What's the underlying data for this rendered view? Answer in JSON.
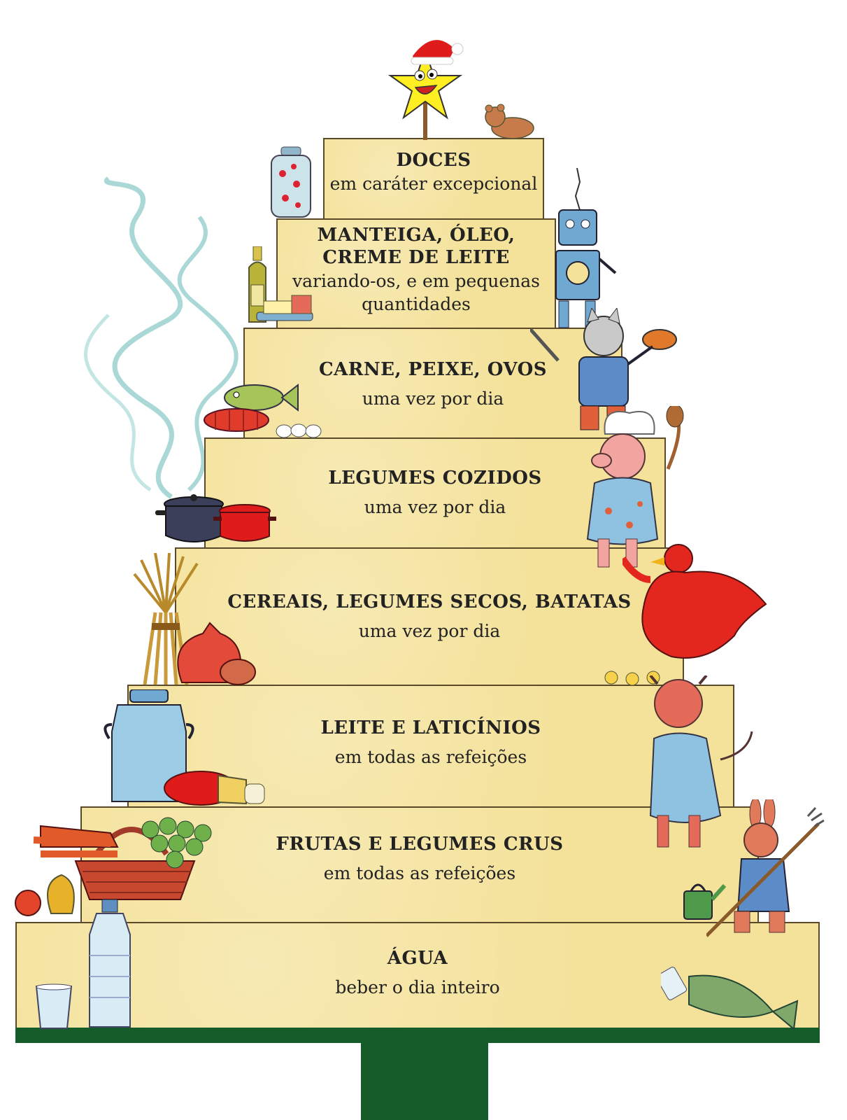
{
  "colors": {
    "tier_fill": "#f4e29a",
    "tier_border": "#5a4a2a",
    "tree_green": "#165c2a",
    "star_yellow": "#ffee22",
    "santa_red": "#e01b1b",
    "hen_red": "#e3271e",
    "steam": "#a9d8d6"
  },
  "tiers": [
    {
      "title": "DOCES",
      "subtitle": "em caráter excepcional"
    },
    {
      "title": "MANTEIGA, ÓLEO,",
      "title2": "CREME DE LEITE",
      "subtitle": "variando-os, e em pequenas",
      "subtitle2": "quantidades"
    },
    {
      "title": "CARNE, PEIXE, OVOS",
      "subtitle": "uma vez por dia"
    },
    {
      "title": "LEGUMES COZIDOS",
      "subtitle": "uma vez por dia"
    },
    {
      "title": "CEREAIS, LEGUMES SECOS, BATATAS",
      "subtitle": "uma vez por dia"
    },
    {
      "title": "LEITE E LATICÍNIOS",
      "subtitle": "em todas as refeições"
    },
    {
      "title": "FRUTAS E LEGUMES CRUS",
      "subtitle": "em todas as refeições"
    },
    {
      "title": "ÁGUA",
      "subtitle": "beber o dia inteiro"
    }
  ],
  "illustrations": [
    "star-topper-icon",
    "bear-icon",
    "candy-jar-icon",
    "robot-icon",
    "oil-bottle-icon",
    "butter-icon",
    "cat-chef-icon",
    "fish-icon",
    "meat-icon",
    "eggs-icon",
    "pig-chef-icon",
    "cooking-pot-icon",
    "red-pot-icon",
    "steam-icon",
    "wheat-sheaf-icon",
    "potato-sack-icon",
    "hen-icon",
    "chicks-icon",
    "milk-can-icon",
    "cheese-icon",
    "cow-icon",
    "fruit-basket-icon",
    "grapes-icon",
    "rabbit-gardener-icon",
    "watering-can-icon",
    "water-bottle-icon",
    "water-glass-icon",
    "jumping-fish-icon"
  ]
}
